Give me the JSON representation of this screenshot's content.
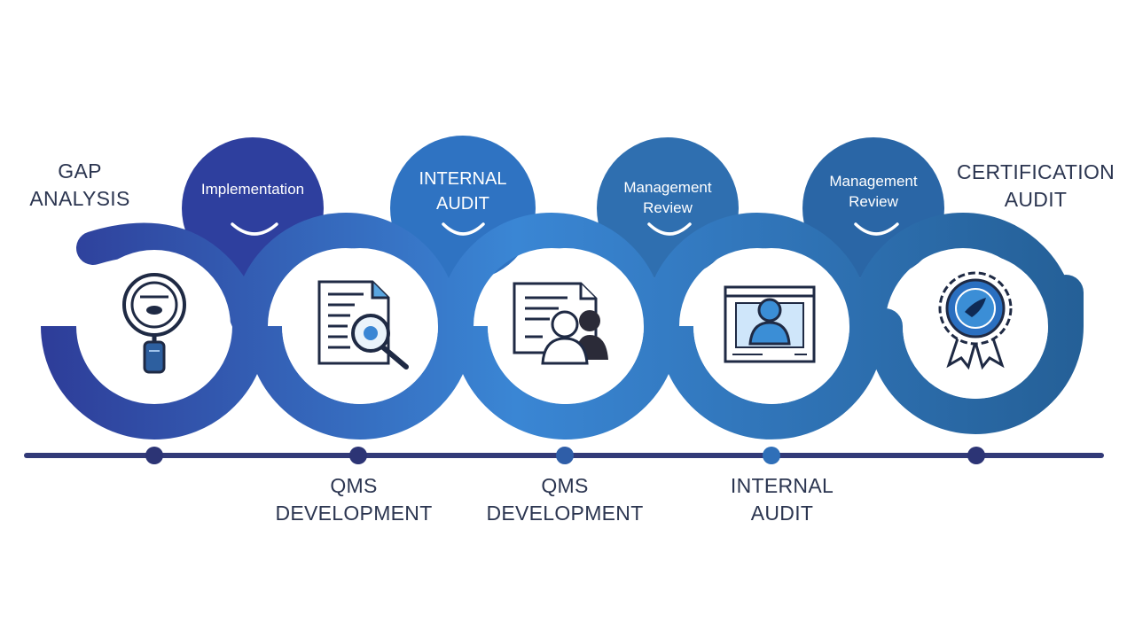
{
  "stages_top": [
    {
      "lines": [
        "Implementation"
      ]
    },
    {
      "lines": [
        "INTERNAL",
        "AUDIT"
      ]
    },
    {
      "lines": [
        "Management",
        "Review"
      ]
    },
    {
      "lines": [
        "Management",
        "Review"
      ]
    }
  ],
  "label_left": {
    "lines": [
      "GAP",
      "ANALYSIS"
    ]
  },
  "label_right": {
    "lines": [
      "CERTIFICATION",
      "AUDIT"
    ]
  },
  "labels_bottom": [
    {
      "lines": [
        "QMS",
        "DEVELOPMENT"
      ]
    },
    {
      "lines": [
        "QMS",
        "DEVELOPMENT"
      ]
    },
    {
      "lines": [
        "INTERNAL",
        "AUDIT"
      ]
    }
  ],
  "icons": [
    "magnifier-icon",
    "document-search-icon",
    "document-people-icon",
    "presentation-user-icon",
    "certificate-badge-icon"
  ],
  "colors": {
    "navy": "#2e3a8f",
    "blue_mid": "#2f6fb8",
    "blue_bright": "#3b8ed6",
    "blue_dark": "#245f96",
    "timeline": "#323a78",
    "text": "#2b3550"
  }
}
